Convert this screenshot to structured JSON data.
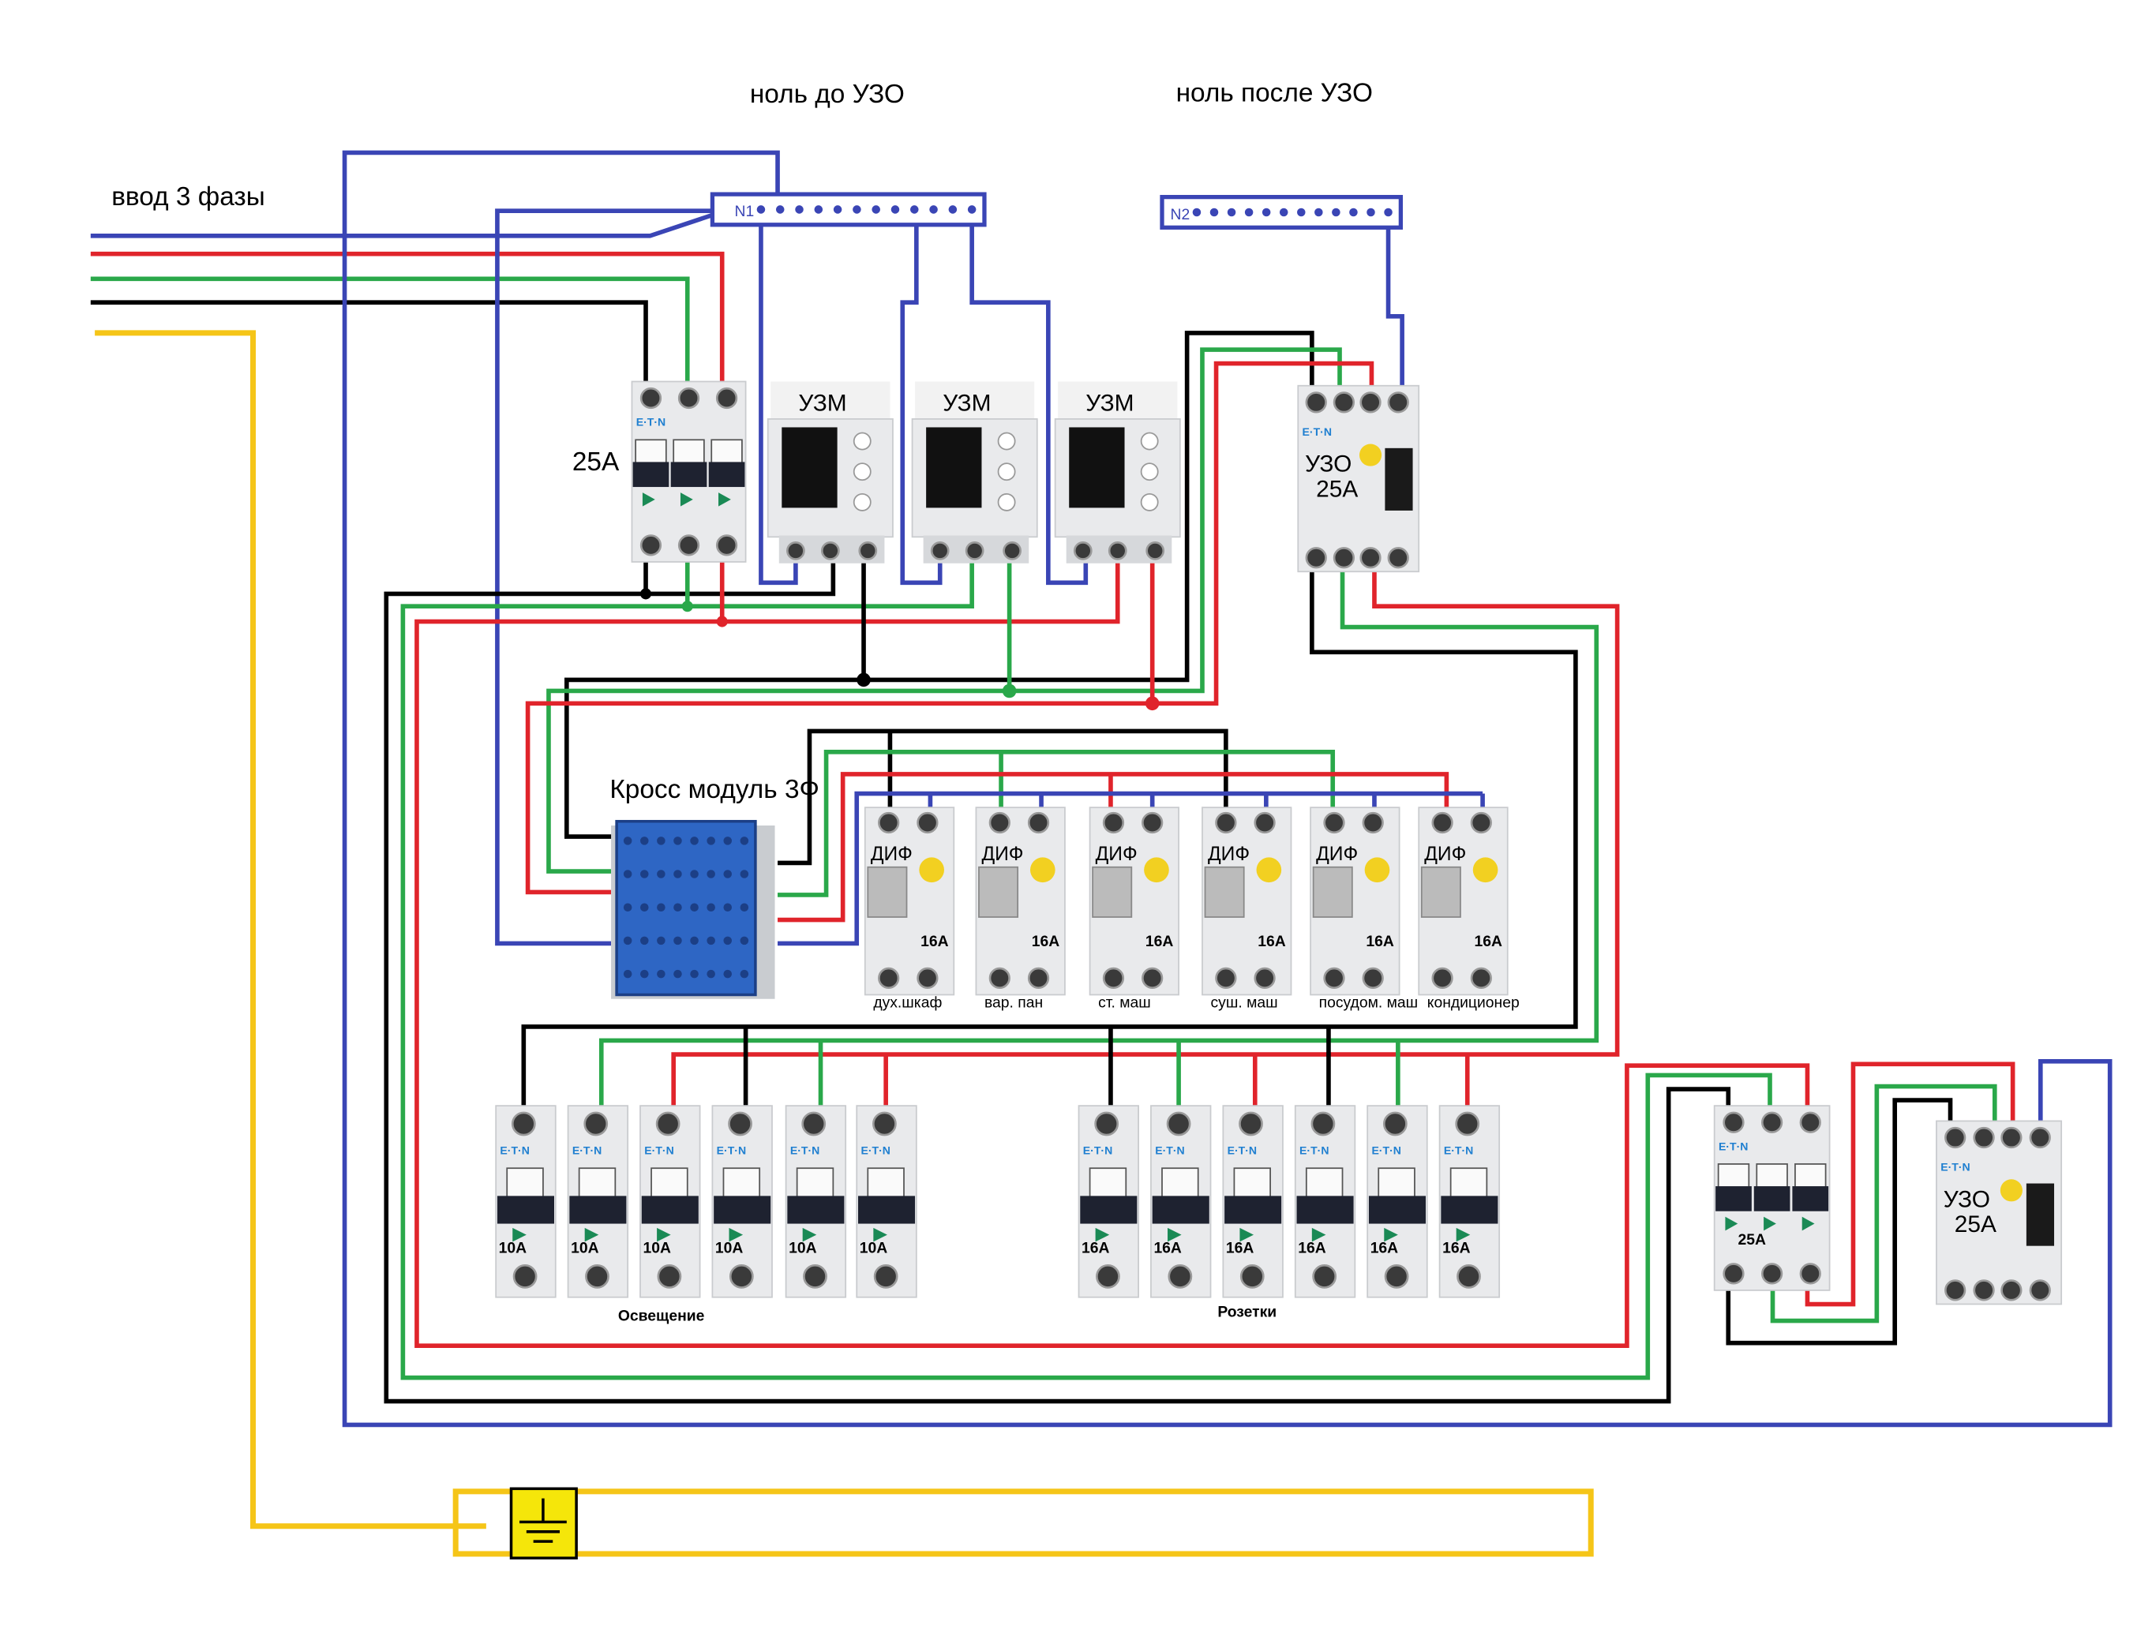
{
  "labels": {
    "neutral_before_rcd": "ноль до УЗО",
    "neutral_after_rcd": "ноль после УЗО",
    "three_phase_input": "ввод 3 фазы",
    "main_breaker_rating": "25А",
    "cross_module": "Кросс модуль 3Ф",
    "lighting_group": "Освещение",
    "sockets_group": "Розетки"
  },
  "neutral_buses": [
    {
      "label": "N1"
    },
    {
      "label": "N2"
    }
  ],
  "voltage_relays": [
    {
      "label": "УЗМ"
    },
    {
      "label": "УЗМ"
    },
    {
      "label": "УЗМ"
    }
  ],
  "rcds": [
    {
      "label": "УЗО",
      "rating": "25А"
    },
    {
      "label": "УЗО",
      "rating": "25А"
    }
  ],
  "rcbos": [
    {
      "label": "ДИФ",
      "rating": "16А",
      "load": "дух.шкаф"
    },
    {
      "label": "ДИФ",
      "rating": "16А",
      "load": "вар. пан"
    },
    {
      "label": "ДИФ",
      "rating": "16А",
      "load": "ст. маш"
    },
    {
      "label": "ДИФ",
      "rating": "16А",
      "load": "суш. маш"
    },
    {
      "label": "ДИФ",
      "rating": "16А",
      "load": "посудом. маш"
    },
    {
      "label": "ДИФ",
      "rating": "16А",
      "load": "кондиционер"
    }
  ],
  "lighting_breakers": [
    "10А",
    "10А",
    "10А",
    "10А",
    "10А",
    "10А"
  ],
  "socket_breakers": [
    "16А",
    "16А",
    "16А",
    "16А",
    "16А",
    "16А"
  ],
  "second_main_breaker_rating": "25А",
  "brand": "E·T·N",
  "wire_colors": {
    "L1": "#000000",
    "L2": "#2aa84a",
    "L3": "#e0242b",
    "N": "#3a45b5",
    "PE": "#f5c518"
  }
}
